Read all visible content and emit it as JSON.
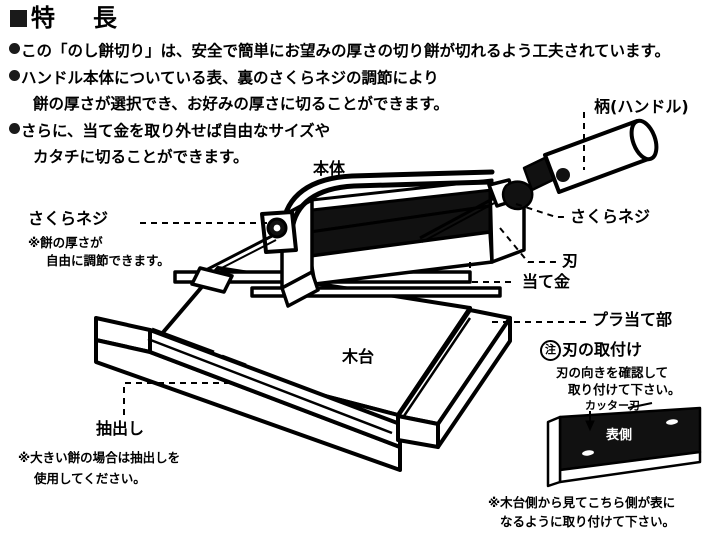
{
  "document": {
    "title": "特　長",
    "title_bullet": "filled-square-bullet"
  },
  "features": [
    {
      "bullet": "filled-circle-bullet",
      "lines": [
        "この「のし餅切り」は、安全で簡単にお望みの厚さの切り餅が切れるよう工夫されています。"
      ]
    },
    {
      "bullet": "filled-circle-bullet",
      "lines": [
        "ハンドル本体についている表、裏のさくらネジの調節により",
        "餅の厚さが選択でき、お好みの厚さに切ることができます。"
      ]
    },
    {
      "bullet": "filled-circle-bullet",
      "lines": [
        "さらに、当て金を取り外せば自由なサイズや",
        "カタチに切ることができます。"
      ]
    }
  ],
  "callouts": {
    "handle": "柄(ハンドル)",
    "body": "本体",
    "sakura_screw_left": "さくらネジ",
    "sakura_screw_left_note_1": "※餅の厚さが",
    "sakura_screw_left_note_2": "自由に調節できます。",
    "sakura_screw_right": "さくらネジ",
    "blade": "刃",
    "backing_metal": "当て金",
    "plastic_guard": "プラ当て部",
    "wood_base": "木台",
    "drawer": "抽出し",
    "drawer_note_1": "※大きい餅の場合は抽出しを",
    "drawer_note_2": "使用してください。"
  },
  "blade_notice": {
    "mark": "注",
    "heading": "刃の取付け",
    "line_1": "刃の向きを確認して",
    "line_2": "取り付けて下さい。",
    "detail_label": "カッター刃",
    "blade_face_text": "表側",
    "footnote_1": "※木台側から見てこちら側が表に",
    "footnote_2": "なるように取り付けて下さい。"
  },
  "colors": {
    "ink": "#000000",
    "paper": "#ffffff",
    "fill_dark": "#111111"
  }
}
